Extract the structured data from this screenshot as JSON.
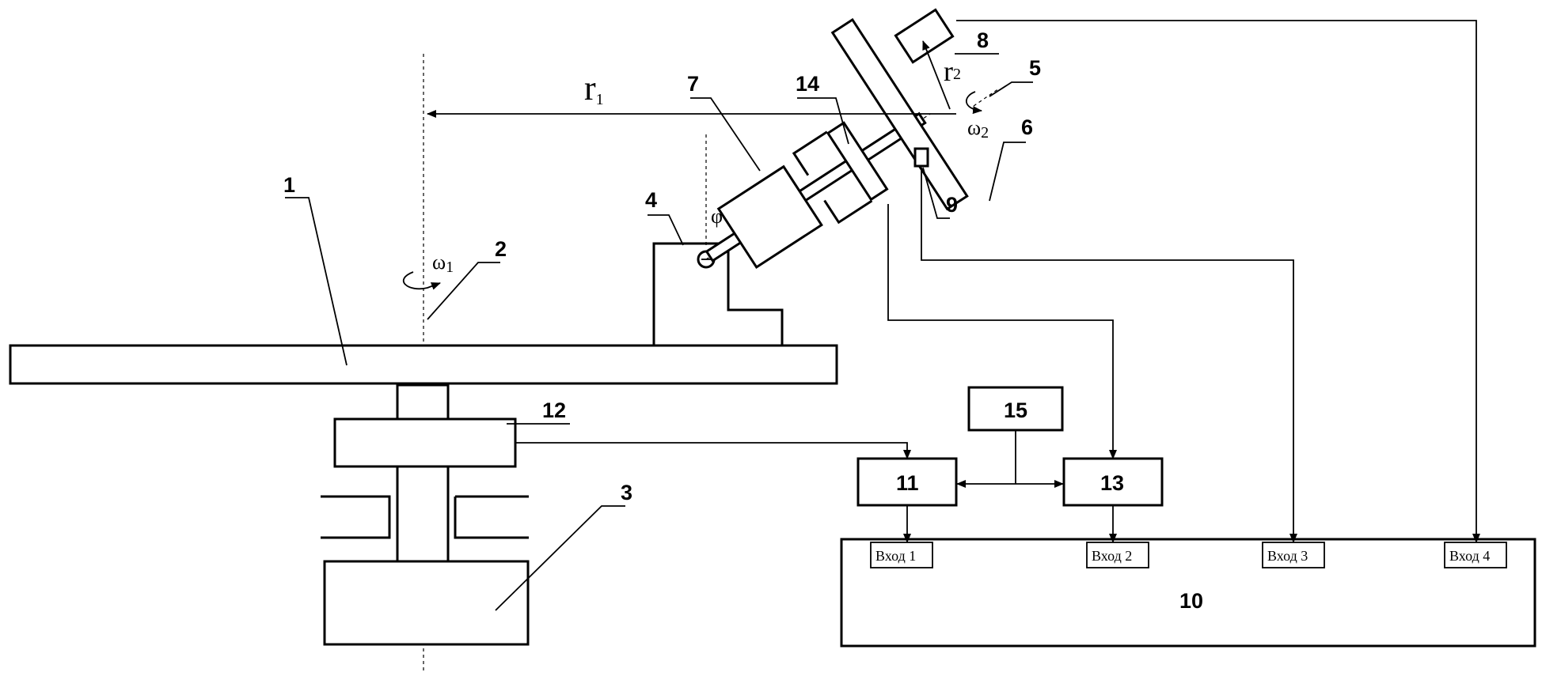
{
  "labels": {
    "n1": "1",
    "n2": "2",
    "n3": "3",
    "n4": "4",
    "n5": "5",
    "n6": "6",
    "n7": "7",
    "n8": "8",
    "n9": "9",
    "n10": "10",
    "n11": "11",
    "n12": "12",
    "n13": "13",
    "n14": "14",
    "n15": "15"
  },
  "symbols": {
    "r1_main": "r",
    "r1_sub": "1",
    "r2_main": "r",
    "r2_sub": "2",
    "omega1_main": "ω",
    "omega1_sub": "1",
    "omega2_main": "ω",
    "omega2_sub": "2",
    "phi": "φ"
  },
  "inputs": [
    "Вход 1",
    "Вход 2",
    "Вход 3",
    "Вход 4"
  ]
}
